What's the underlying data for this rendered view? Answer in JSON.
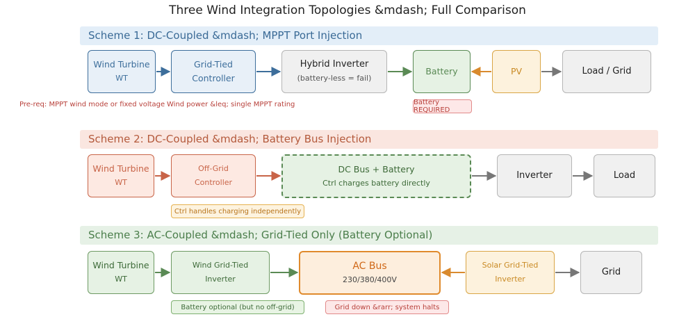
{
  "title": "Three Wind Integration Topologies &mdash; Full Comparison",
  "scheme1": {
    "header": "Scheme 1: DC-Coupled &mdash; MPPT Port Injection",
    "wind": {
      "line1": "Wind Turbine",
      "line2": "WT"
    },
    "controller": {
      "line1": "Grid-Tied",
      "line2": "Controller"
    },
    "inverter": {
      "line1": "Hybrid Inverter",
      "line2": "(battery-less = fail)"
    },
    "battery": {
      "line1": "Battery"
    },
    "pv": {
      "line1": "PV"
    },
    "load": {
      "line1": "Load / Grid"
    },
    "note_prereq": "Pre-req: MPPT wind mode or fixed voltage",
    "note_power": "Wind power &leq; single MPPT rating",
    "tag_battery": "Battery REQUIRED"
  },
  "scheme2": {
    "header": "Scheme 2: DC-Coupled &mdash; Battery Bus Injection",
    "wind": {
      "line1": "Wind Turbine",
      "line2": "WT"
    },
    "controller": {
      "line1": "Off-Grid",
      "line2": "Controller"
    },
    "dcbus": {
      "line1": "DC Bus + Battery",
      "line2": "Ctrl charges battery directly"
    },
    "inverter": {
      "line1": "Inverter"
    },
    "load": {
      "line1": "Load"
    },
    "tag_ctrl": "Ctrl handles charging independently"
  },
  "scheme3": {
    "header": "Scheme 3: AC-Coupled &mdash; Grid-Tied Only (Battery Optional)",
    "wind": {
      "line1": "Wind Turbine",
      "line2": "WT"
    },
    "windinv": {
      "line1": "Wind Grid-Tied",
      "line2": "Inverter"
    },
    "acbus": {
      "line1": "AC Bus",
      "line2": "230/380/400V"
    },
    "solarinv": {
      "line1": "Solar Grid-Tied",
      "line2": "Inverter"
    },
    "grid": {
      "line1": "Grid"
    },
    "tag_battery": "Battery optional (but no off-grid)",
    "tag_griddown": "Grid down &rarr; system halts"
  }
}
